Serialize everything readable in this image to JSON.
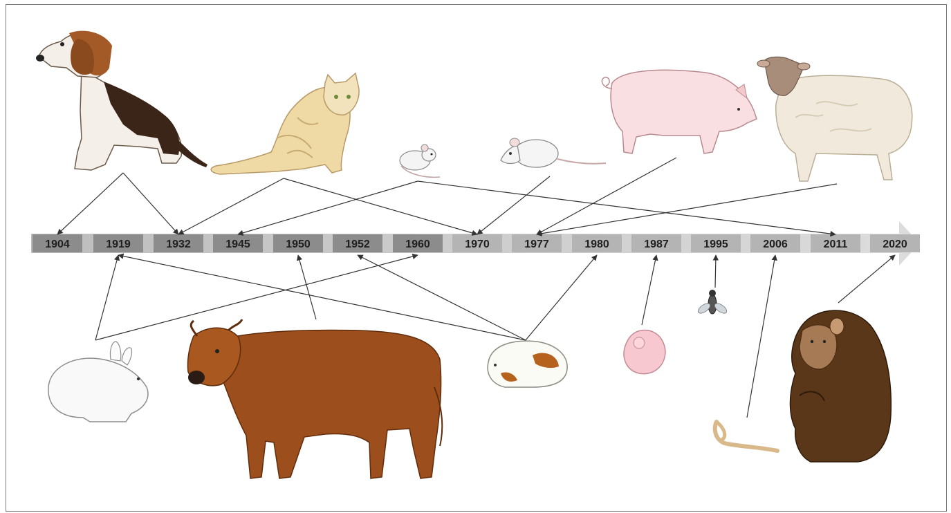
{
  "timeline": {
    "years": [
      "1904",
      "1919",
      "1932",
      "1945",
      "1950",
      "1952",
      "1960",
      "1970",
      "1977",
      "1980",
      "1987",
      "1995",
      "2006",
      "2011",
      "2020"
    ]
  },
  "animals": [
    {
      "name": "dog-icon",
      "years": [
        "1904",
        "1932"
      ]
    },
    {
      "name": "cat-icon",
      "years": [
        "1932",
        "1970"
      ]
    },
    {
      "name": "mouse-icon",
      "years": [
        "1945",
        "2011"
      ]
    },
    {
      "name": "rat-icon",
      "years": [
        "1970"
      ]
    },
    {
      "name": "pig-icon",
      "years": [
        "1977"
      ]
    },
    {
      "name": "sheep-icon",
      "years": [
        "1977"
      ]
    },
    {
      "name": "rabbit-icon",
      "years": [
        "1919",
        "1960"
      ]
    },
    {
      "name": "cow-icon",
      "years": [
        "1950"
      ]
    },
    {
      "name": "guinea-pig-icon",
      "years": [
        "1919",
        "1952",
        "1980"
      ]
    },
    {
      "name": "embryo-icon",
      "years": [
        "1987"
      ]
    },
    {
      "name": "fly-icon",
      "years": [
        "1995"
      ]
    },
    {
      "name": "worm-icon",
      "years": [
        "2006"
      ]
    },
    {
      "name": "chimpanzee-icon",
      "years": [
        "2020"
      ]
    }
  ],
  "colors": {
    "arrow_bar": "#c8c8c8",
    "label_bg_dark": "#8c8c8c",
    "label_bg_light": "#b4b4b4",
    "connector": "#333333"
  }
}
